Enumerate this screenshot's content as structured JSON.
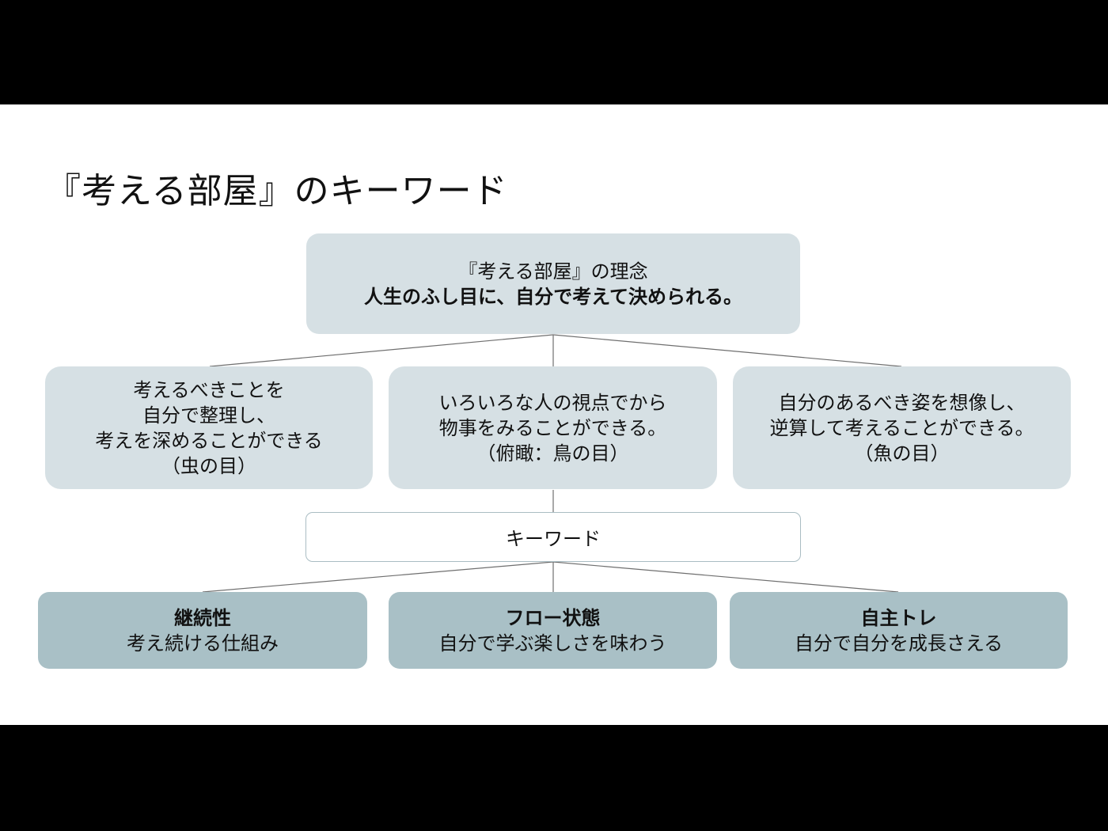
{
  "slide": {
    "title": "『考える部屋』のキーワード"
  },
  "concept": {
    "heading": "『考える部屋』の理念",
    "statement": "人生のふし目に、自分で考えて決められる。"
  },
  "perspectives": [
    {
      "lines": [
        "考えるべきことを",
        "自分で整理し、",
        "考えを深めることができる",
        "（虫の目）"
      ]
    },
    {
      "lines": [
        "いろいろな人の視点でから",
        "物事をみることができる。",
        "（俯瞰：鳥の目）"
      ]
    },
    {
      "lines": [
        "自分のあるべき姿を想像し、",
        "逆算して考えることができる。",
        "（魚の目）"
      ]
    }
  ],
  "keyword_label": "キーワード",
  "keywords": [
    {
      "title": "継続性",
      "description": "考え続ける仕組み"
    },
    {
      "title": "フロー状態",
      "description": "自分で学ぶ楽しさを味わう"
    },
    {
      "title": "自主トレ",
      "description": "自分で自分を成長さえる"
    }
  ],
  "colors": {
    "background": "#000000",
    "slide": "#ffffff",
    "light_box": "#d6e0e4",
    "dark_box": "#a9c0c6",
    "connector": "#6f6f6f"
  }
}
